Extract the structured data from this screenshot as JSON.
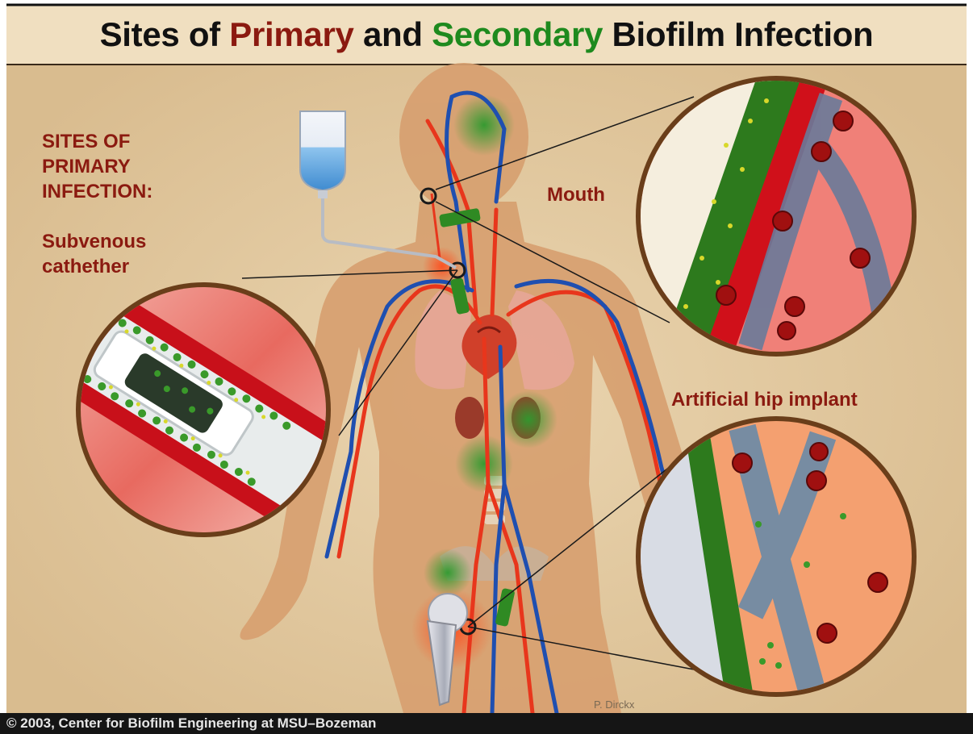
{
  "title": {
    "part1": "Sites of ",
    "primary": "Primary",
    "part2": " and ",
    "secondary": "Secondary",
    "part3": " Biofilm Infection"
  },
  "labels": {
    "primary_heading_line1": "SITES OF",
    "primary_heading_line2": "PRIMARY",
    "primary_heading_line3": "INFECTION:",
    "catheter_line1": "Subvenous",
    "catheter_line2": "cathether",
    "mouth": "Mouth",
    "hip": "Artificial hip implant"
  },
  "credit": "P. Dirckx",
  "footer": "© 2003, Center for Biofilm Engineering at MSU–Bozeman",
  "colors": {
    "primary": "#8b1a10",
    "secondary": "#1e8a1e",
    "background": "#e2c9a2",
    "artery": "#e8361c",
    "vein": "#1f4fb0",
    "biofilm": "#2f8a23"
  }
}
